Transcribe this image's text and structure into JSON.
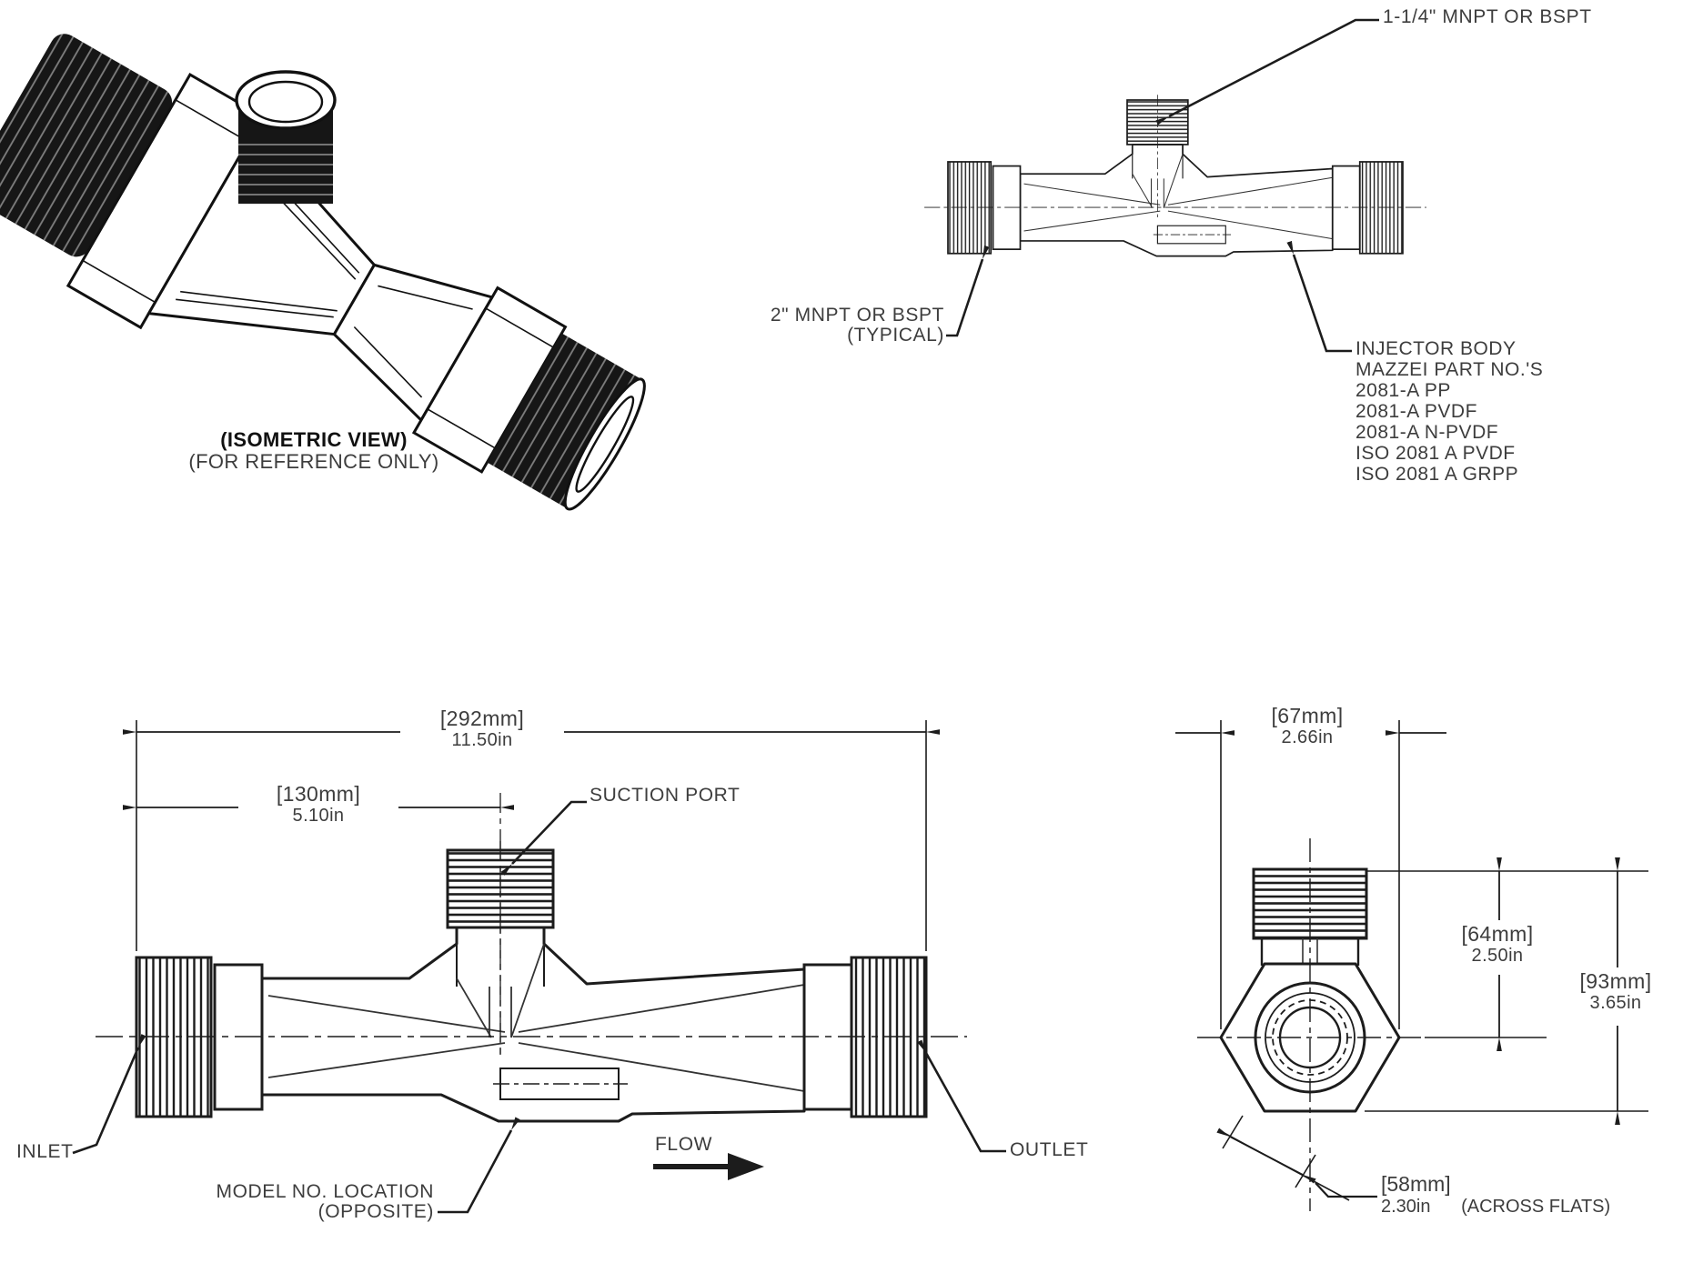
{
  "drawing": {
    "iso": {
      "caption1": "(ISOMETRIC VIEW)",
      "caption2": "(FOR REFERENCE ONLY)"
    },
    "side_callouts": {
      "suction_thread": "1-1/4\" MNPT OR BSPT",
      "main_thread1": "2\" MNPT OR BSPT",
      "main_thread2": "(TYPICAL)",
      "body_title1": "INJECTOR BODY",
      "body_title2": "MAZZEI PART NO.'S",
      "parts": [
        "2081-A PP",
        "2081-A PVDF",
        "2081-A N-PVDF",
        "ISO 2081 A PVDF",
        "ISO 2081 A GRPP"
      ]
    },
    "dims": {
      "overall": {
        "mm": "[292mm]",
        "in": "11.50in"
      },
      "inlet_to_port": {
        "mm": "[130mm]",
        "in": "5.10in"
      },
      "port_width": {
        "mm": "[67mm]",
        "in": "2.66in"
      },
      "center_height": {
        "mm": "[64mm]",
        "in": "2.50in"
      },
      "overall_height": {
        "mm": "[93mm]",
        "in": "3.65in"
      },
      "across_flats": {
        "mm": "[58mm]",
        "in": "2.30in",
        "note": "(ACROSS FLATS)"
      }
    },
    "labels": {
      "suction_port": "SUCTION PORT",
      "inlet": "INLET",
      "outlet": "OUTLET",
      "flow": "FLOW",
      "model1": "MODEL NO. LOCATION",
      "model2": "(OPPOSITE)"
    },
    "colors": {
      "line": "#1c1c1c",
      "text": "#3d3d3d",
      "background": "#ffffff"
    }
  }
}
